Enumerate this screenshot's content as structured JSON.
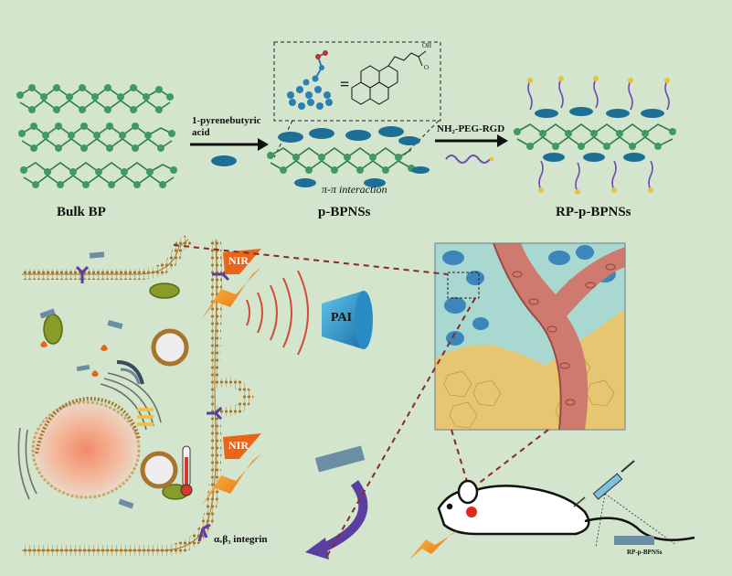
{
  "labels": {
    "bulk": "Bulk BP",
    "pbpns": "p-BPNSs",
    "rp": "RP-p-BPNSs",
    "reagent1_line1": "1-pyrenebutyric",
    "reagent1_line2": "acid",
    "pipi": "π-π interaction",
    "peg": "NH₂-PEG-RGD",
    "nir1": "NIR",
    "nir2": "NIR",
    "pai": "PAI",
    "integrin": "αᵥβ₃ integrin",
    "mouse_label": "RP-p-BPNSs",
    "oh": "OH",
    "o": "O",
    "equals": "="
  },
  "colors": {
    "background": "#d3e5cc",
    "phosphorus": "#3f9a62",
    "pyrene": "#2e7fa8",
    "vessel": "#cf7a6f",
    "tumor": "#e7c672",
    "tissue": "#a9d8d1",
    "nir": "#e8a01c",
    "peg": "#6b4fb0"
  }
}
